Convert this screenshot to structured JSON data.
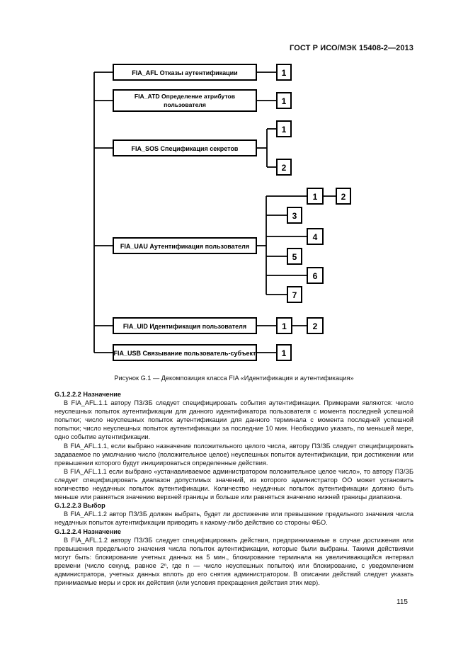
{
  "header": "ГОСТ Р ИСО/МЭК 15408-2—2013",
  "diagram": {
    "families": [
      {
        "label": "FIA_AFL Отказы аутентификации"
      },
      {
        "label": "FIA_ATD Определение атрибутов пользователя"
      },
      {
        "label": "FIA_SOS Спецификация секретов"
      },
      {
        "label": "FIA_UAU Аутентификация пользователя"
      },
      {
        "label": "FIA_UID Идентификация пользователя"
      },
      {
        "label": "FIA_USB Связывание пользователь-субъект"
      }
    ],
    "components": [
      "1",
      "1",
      "1",
      "2",
      "1",
      "2",
      "3",
      "4",
      "5",
      "6",
      "7",
      "1",
      "2",
      "1"
    ]
  },
  "caption": "Рисунок G.1 — Декомпозиция класса FIA «Идентификация и аутентификация»",
  "sections": [
    {
      "heading": "G.1.2.2.2 Назначение",
      "paragraphs": [
        "В FIA_AFL.1.1 автору ПЗ/ЗБ следует специфицировать события аутентификации. Примерами являются: число неуспешных попыток аутентификации для данного идентификатора пользователя с момента последней успешной попытки; число неуспешных попыток аутентификации для данного терминала с момента последней успешной попытки; число неуспешных попыток аутентификации за последние 10 мин. Необходимо указать, по меньшей мере, одно событие аутентификации.",
        "В FIA_AFL.1.1, если выбрано назначение положительного целого числа, автору ПЗ/ЗБ следует специфицировать задаваемое по умолчанию число (положительное целое) неуспешных попыток аутентификации, при достижении или превышении которого будут инициироваться определенные действия.",
        "В FIA_AFL.1.1 если выбрано «устанавливаемое администратором положительное целое число», то автору ПЗ/ЗБ следует специфицировать диапазон допустимых значений, из которого администратор ОО может установить количество неудачных попыток аутентификации. Количество неудачных попыток аутентификации должно быть меньше или равняться значению верхней границы и больше или равняться значению нижней границы диапазона."
      ]
    },
    {
      "heading": "G.1.2.2.3 Выбор",
      "paragraphs": [
        "В FIA_AFL.1.2 автор ПЗ/ЗБ должен выбрать, будет ли достижение или превышение предельного значения числа неудачных попыток аутентификации приводить к какому-либо действию со стороны ФБО."
      ]
    },
    {
      "heading": "G.1.2.2.4 Назначение",
      "paragraphs": [
        "В FIA_AFL.1.2 автору ПЗ/ЗБ следует специфицировать действия, предпринимаемые в случае достижения или превышения предельного значения числа попыток аутентификации, которые были выбраны. Такими действиями могут быть: блокирование учетных данных на 5 мин., блокирование терминала на увеличивающийся интервал времени (число секунд, равное 2ⁿ, где n — число неуспешных попыток) или блокирование, с уведомлением администратора, учетных данных вплоть до его снятия администратором. В описании действий следует указать принимаемые меры и срок их действия (или условия прекращения действия этих мер)."
      ]
    }
  ],
  "page_number": "115"
}
